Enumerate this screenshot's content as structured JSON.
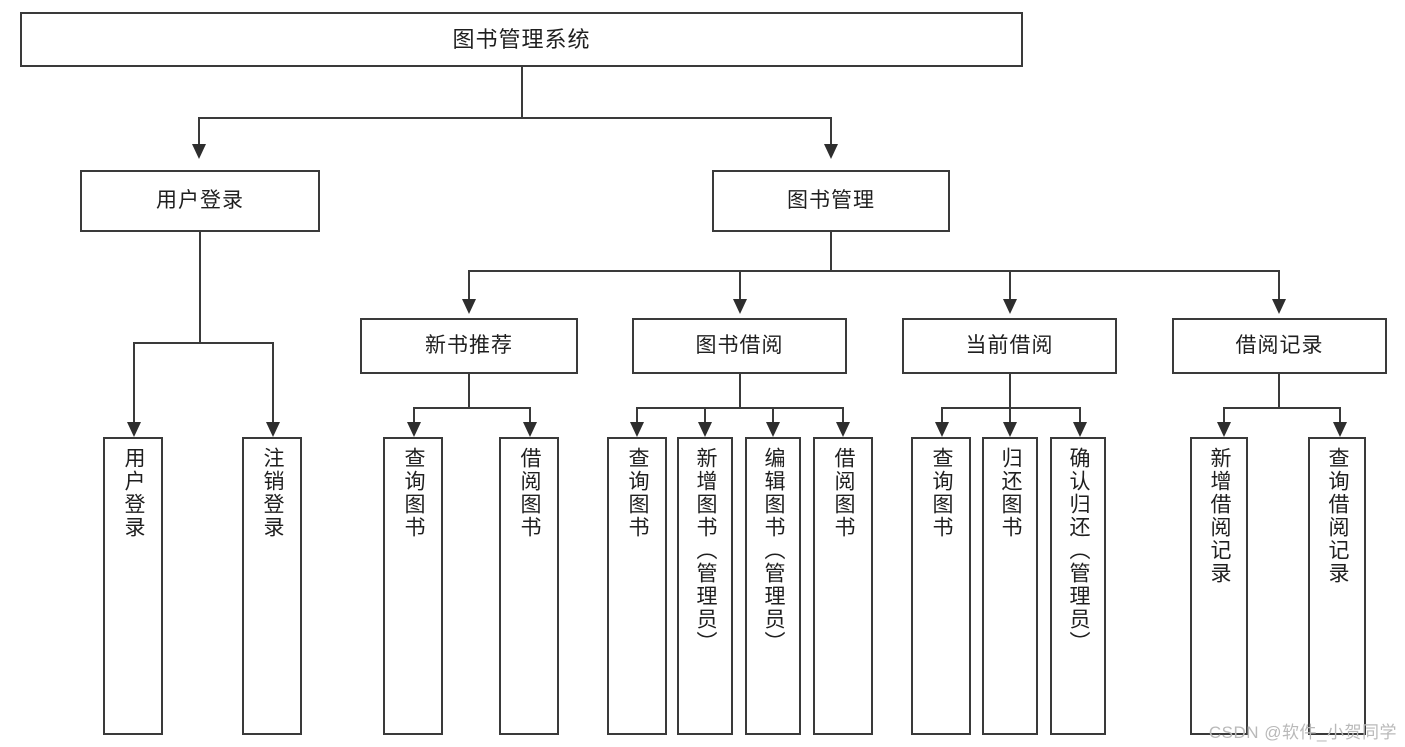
{
  "diagram": {
    "title": "图书管理系统",
    "type": "tree-hierarchy",
    "root": {
      "label": "图书管理系统"
    },
    "level2": [
      {
        "label": "用户登录"
      },
      {
        "label": "图书管理"
      }
    ],
    "level3": [
      {
        "label": "新书推荐"
      },
      {
        "label": "图书借阅"
      },
      {
        "label": "当前借阅"
      },
      {
        "label": "借阅记录"
      }
    ],
    "leaves": {
      "user_login": [
        {
          "label": "用户登录"
        },
        {
          "label": "注销登录"
        }
      ],
      "new_book_recommend": [
        {
          "label": "查询图书"
        },
        {
          "label": "借阅图书"
        }
      ],
      "book_borrow": [
        {
          "label": "查询图书"
        },
        {
          "label": "新增图书（管理员）"
        },
        {
          "label": "编辑图书（管理员）"
        },
        {
          "label": "借阅图书"
        }
      ],
      "current_borrow": [
        {
          "label": "查询图书"
        },
        {
          "label": "归还图书"
        },
        {
          "label": "确认归还（管理员）"
        }
      ],
      "borrow_record": [
        {
          "label": "新增借阅记录"
        },
        {
          "label": "查询借阅记录"
        }
      ]
    }
  },
  "watermark": {
    "text": "CSDN @软件_小贺同学"
  },
  "colors": {
    "box_border": "#3a3a3a",
    "connector": "#3a3a3a",
    "text": "#1f1f1f",
    "background": "#ffffff",
    "watermark": "#b9b9b9"
  }
}
